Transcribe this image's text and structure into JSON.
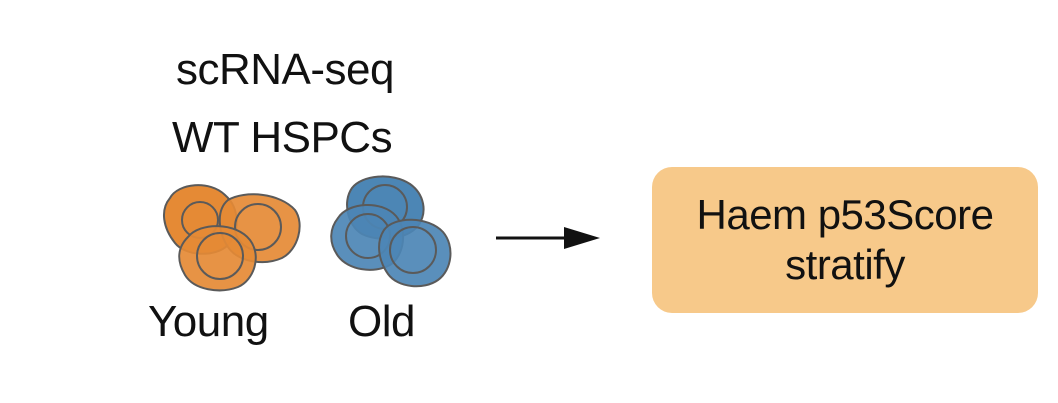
{
  "title": {
    "line1": "scRNA-seq",
    "line2": "WT HSPCs"
  },
  "groups": [
    {
      "label": "Young",
      "color": "#E58A35"
    },
    {
      "label": "Old",
      "color": "#4C86B5"
    }
  ],
  "arrow": {
    "direction": "right"
  },
  "result": {
    "line1": "Haem p53Score",
    "line2": "stratify",
    "color": "#F7C98A"
  }
}
